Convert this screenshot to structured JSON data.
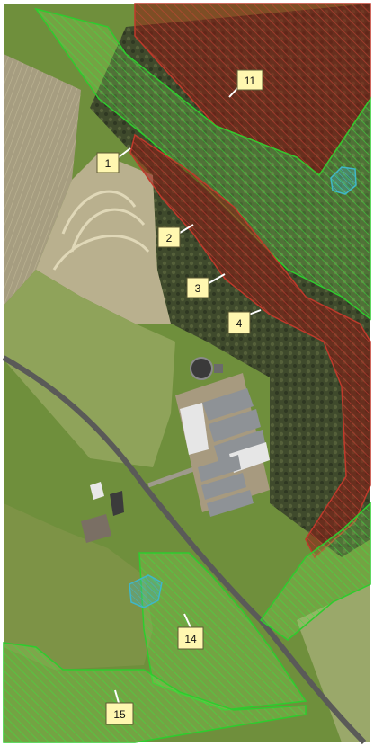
{
  "colors": {
    "frame": "#ffffff",
    "field_light": "#b9b08e",
    "field_green": "#8fa35a",
    "grass": "#6f8f3c",
    "forest": "#3f4a2c",
    "road": "#5a5a58",
    "zone_green_fill": "#7ed957",
    "zone_green_stroke": "#2ecc2e",
    "zone_red_fill": "#8b1a12",
    "zone_red_stroke": "#c0392b",
    "zone_blue_stroke": "#3fb7c9",
    "label_box": "#fff7b0",
    "label_border": "#5e5a34"
  },
  "zones": [
    {
      "name": "Green zone 1",
      "type": "green",
      "id": "1"
    },
    {
      "name": "Red zone 2",
      "type": "red",
      "id": "2"
    },
    {
      "name": "Red zone 3",
      "type": "red",
      "id": "3"
    },
    {
      "name": "Red zone 4",
      "type": "red",
      "id": "4"
    },
    {
      "name": "Red zone 11",
      "type": "red",
      "id": "11"
    },
    {
      "name": "Green zone 14",
      "type": "green",
      "id": "14"
    },
    {
      "name": "Green zone 15",
      "type": "green",
      "id": "15"
    }
  ],
  "labels": {
    "l1": "1",
    "l2": "2",
    "l3": "3",
    "l4": "4",
    "l11": "11",
    "l14": "14",
    "l15": "15"
  }
}
